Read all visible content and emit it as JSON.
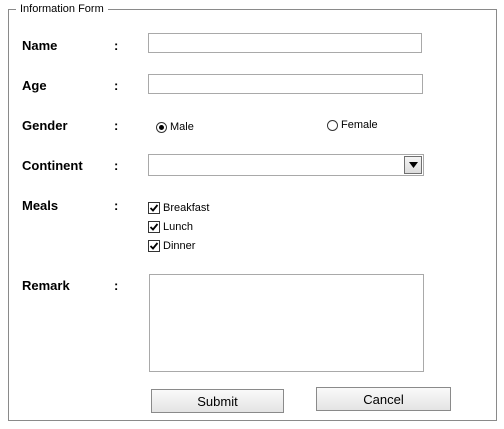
{
  "form": {
    "title": "Information Form"
  },
  "fields": {
    "name": {
      "label": "Name",
      "colon": ":",
      "value": ""
    },
    "age": {
      "label": "Age",
      "colon": ":",
      "value": ""
    },
    "gender": {
      "label": "Gender",
      "colon": ":",
      "options": [
        "Male",
        "Female"
      ],
      "selected": "Male"
    },
    "continent": {
      "label": "Continent",
      "colon": ":",
      "value": ""
    },
    "meals": {
      "label": "Meals",
      "colon": ":",
      "options": [
        {
          "label": "Breakfast",
          "checked": true
        },
        {
          "label": "Lunch",
          "checked": true
        },
        {
          "label": "Dinner",
          "checked": true
        }
      ]
    },
    "remark": {
      "label": "Remark",
      "colon": ":",
      "value": ""
    }
  },
  "buttons": {
    "submit": "Submit",
    "cancel": "Cancel"
  },
  "icons": {
    "dropdown": "chevron-down-icon",
    "check": "checkmark-icon",
    "radio": "radio-dot-icon"
  }
}
